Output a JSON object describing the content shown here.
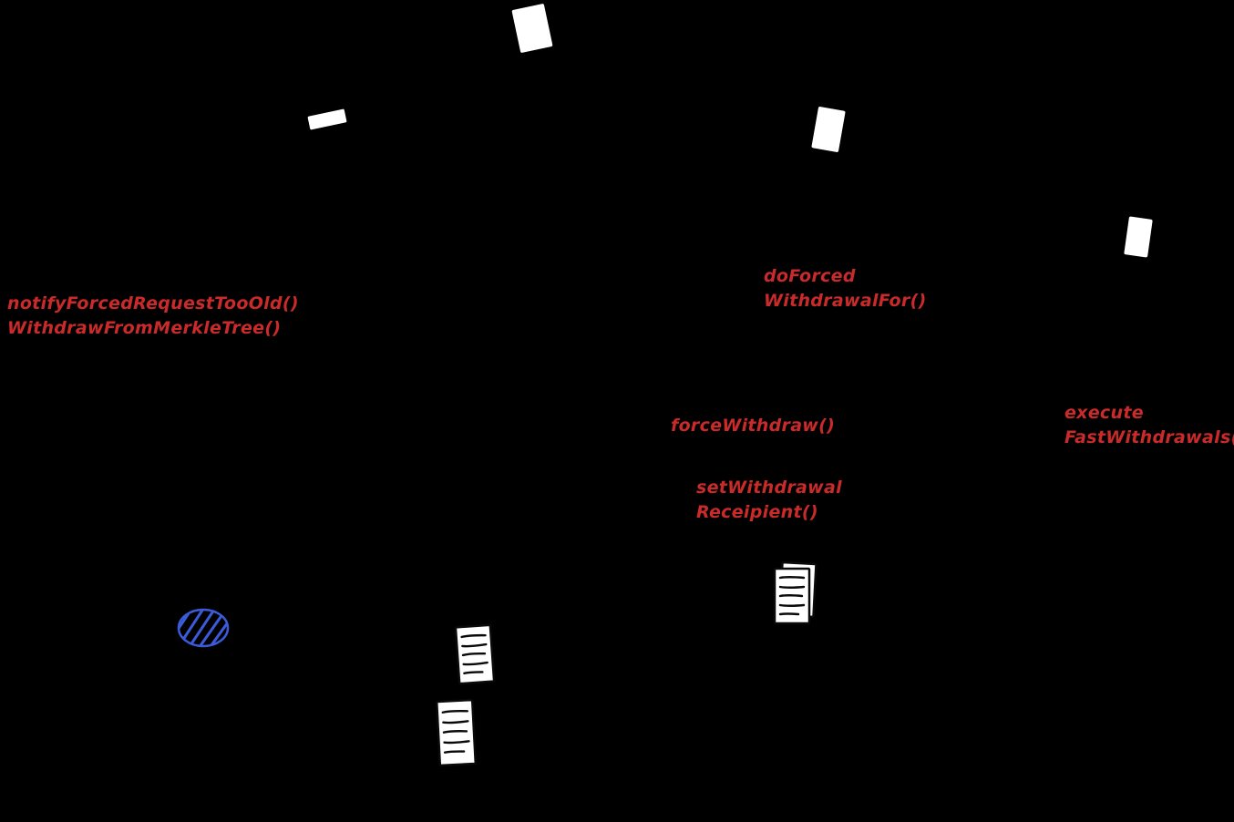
{
  "diagram": {
    "background_color": "#000000",
    "label_color": "#c92a2a",
    "scribble_color": "#3b5bdb",
    "labels": {
      "notify_forced_line1": "notifyForcedRequestTooOld()",
      "notify_forced_line2": "WithdrawFromMerkleTree()",
      "do_forced_line1": "doForced",
      "do_forced_line2": "WithdrawalFor()",
      "force_withdraw": "forceWithdraw()",
      "execute_fast_line1": "execute",
      "execute_fast_line2": "FastWithdrawals()",
      "set_withdrawal_line1": "setWithdrawal",
      "set_withdrawal_line2": "Receipient()"
    },
    "icons": [
      {
        "name": "paper-sheet-icon-top"
      },
      {
        "name": "paper-sheet-icon-left"
      },
      {
        "name": "paper-sheet-icon-right"
      },
      {
        "name": "paper-sheet-icon-far-right"
      },
      {
        "name": "document-stack-icon"
      },
      {
        "name": "document-lines-icon-upper"
      },
      {
        "name": "document-lines-icon-lower"
      },
      {
        "name": "scribble-ellipse-icon"
      }
    ]
  }
}
